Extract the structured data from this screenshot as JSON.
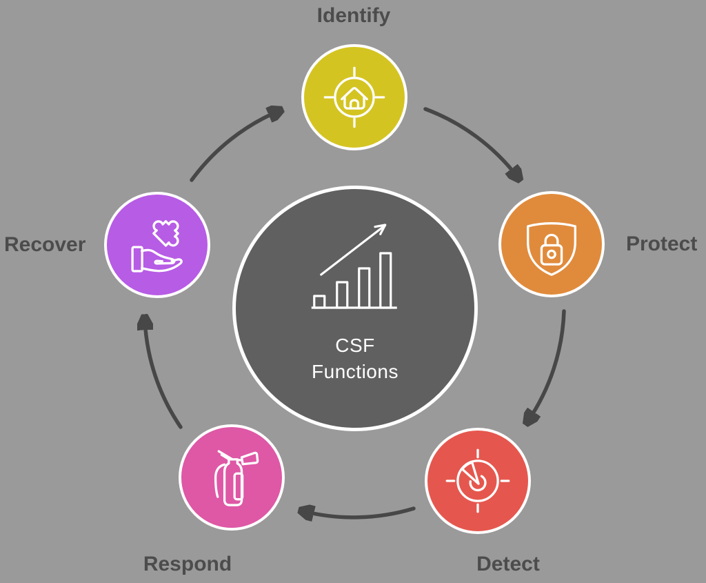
{
  "diagram": {
    "type": "cycle",
    "center": {
      "label_line1": "CSF",
      "label_line2": "Functions",
      "icon": "bar-chart-growth-icon",
      "color": "#606060"
    },
    "nodes": [
      {
        "id": "identify",
        "label": "Identify",
        "position": "top",
        "color": "#d4c422",
        "icon": "target-house-icon"
      },
      {
        "id": "protect",
        "label": "Protect",
        "position": "right",
        "color": "#e08b3c",
        "icon": "shield-lock-icon"
      },
      {
        "id": "detect",
        "label": "Detect",
        "position": "bottom-right",
        "color": "#e5574e",
        "icon": "radar-detector-icon"
      },
      {
        "id": "respond",
        "label": "Respond",
        "position": "bottom-left",
        "color": "#de58a6",
        "icon": "fire-extinguisher-icon"
      },
      {
        "id": "recover",
        "label": "Recover",
        "position": "left",
        "color": "#b75ce5",
        "icon": "hand-puzzle-icon"
      }
    ],
    "flow_order": [
      "Identify",
      "Protect",
      "Detect",
      "Respond",
      "Recover"
    ],
    "flow_direction": "clockwise",
    "colors": {
      "background": "#9a9a9a",
      "arrow": "#474747",
      "label_text": "#4c4c4c",
      "icon_stroke": "#ffffff"
    }
  }
}
